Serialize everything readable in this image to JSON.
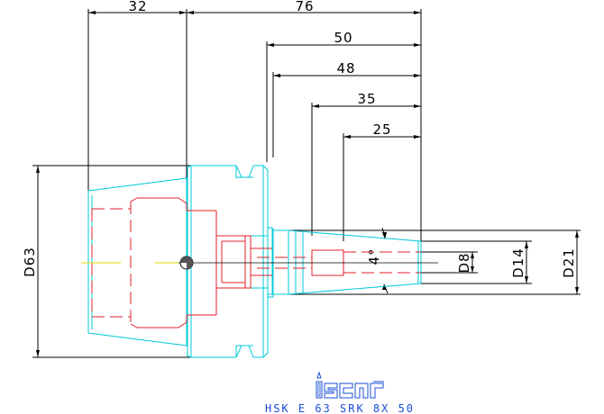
{
  "dimensions": {
    "d32": "32",
    "d76": "76",
    "d50": "50",
    "d48": "48",
    "d35": "35",
    "d25": "25",
    "dia63": "D63",
    "dia8": "D8",
    "dia14": "D14",
    "dia21": "D21",
    "angle": "4°"
  },
  "brand": {
    "logo": "iscar"
  },
  "title": "HSK E 63 SRK 8X 50",
  "colors": {
    "outline": "#00c8d8",
    "hidden": "#e0202a",
    "dimension": "#000000",
    "label": "#1a4fd6"
  }
}
